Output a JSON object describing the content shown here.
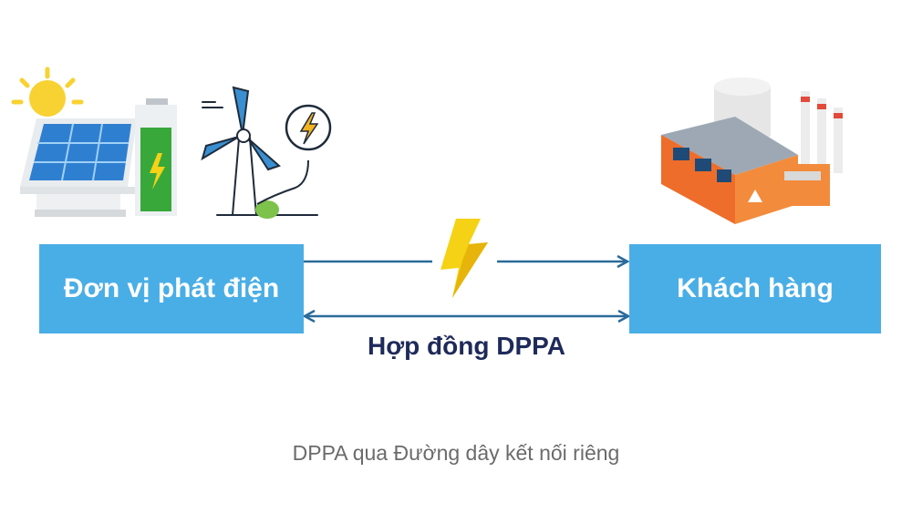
{
  "diagram": {
    "generator_label": "Đơn vị phát điện",
    "customer_label": "Khách hàng",
    "contract_label": "Hợp đồng DPPA",
    "caption": "DPPA qua Đường dây kết nối riêng"
  },
  "colors": {
    "box_fill": "#4aaee6",
    "arrow": "#2a6a9a",
    "contract_text": "#1e2a5a",
    "caption_text": "#6b6b6b",
    "lightning": "#f5d215"
  },
  "icons": [
    "sun-icon",
    "solar-panel-icon",
    "battery-icon",
    "wind-turbine-icon",
    "power-bolt-icon",
    "factory-icon",
    "lightning-bolt-icon"
  ]
}
